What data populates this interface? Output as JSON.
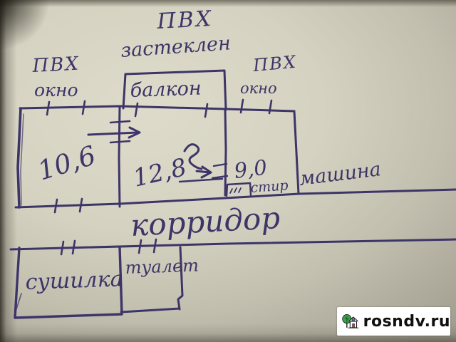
{
  "colors": {
    "ink": "#3d3468",
    "paper": "#d5d2c1",
    "watermark_bg": "#ffffff",
    "logo_green": "#3aa24c",
    "logo_red": "#d93a2b",
    "logo_blue": "#4a7fc0"
  },
  "plan": {
    "glazing": {
      "line1": "ПВХ",
      "line2": "застеклен"
    },
    "window_left": {
      "line1": "ПВХ",
      "line2": "окно"
    },
    "window_right": {
      "line1": "ПВХ",
      "line2": "окно"
    },
    "balcony_label": "балкон",
    "room_left_area": "10,6",
    "room_middle_area": "12,8",
    "room_right_area": "9,0",
    "washer_line1": "стир",
    "washer_line2": "машина",
    "corridor_label": "корридор",
    "drying_label": "сушилка",
    "toilet_label": "туалет"
  },
  "watermark": {
    "text": "rosndv.ru",
    "icons": [
      "tree-icon",
      "house-icon"
    ]
  }
}
